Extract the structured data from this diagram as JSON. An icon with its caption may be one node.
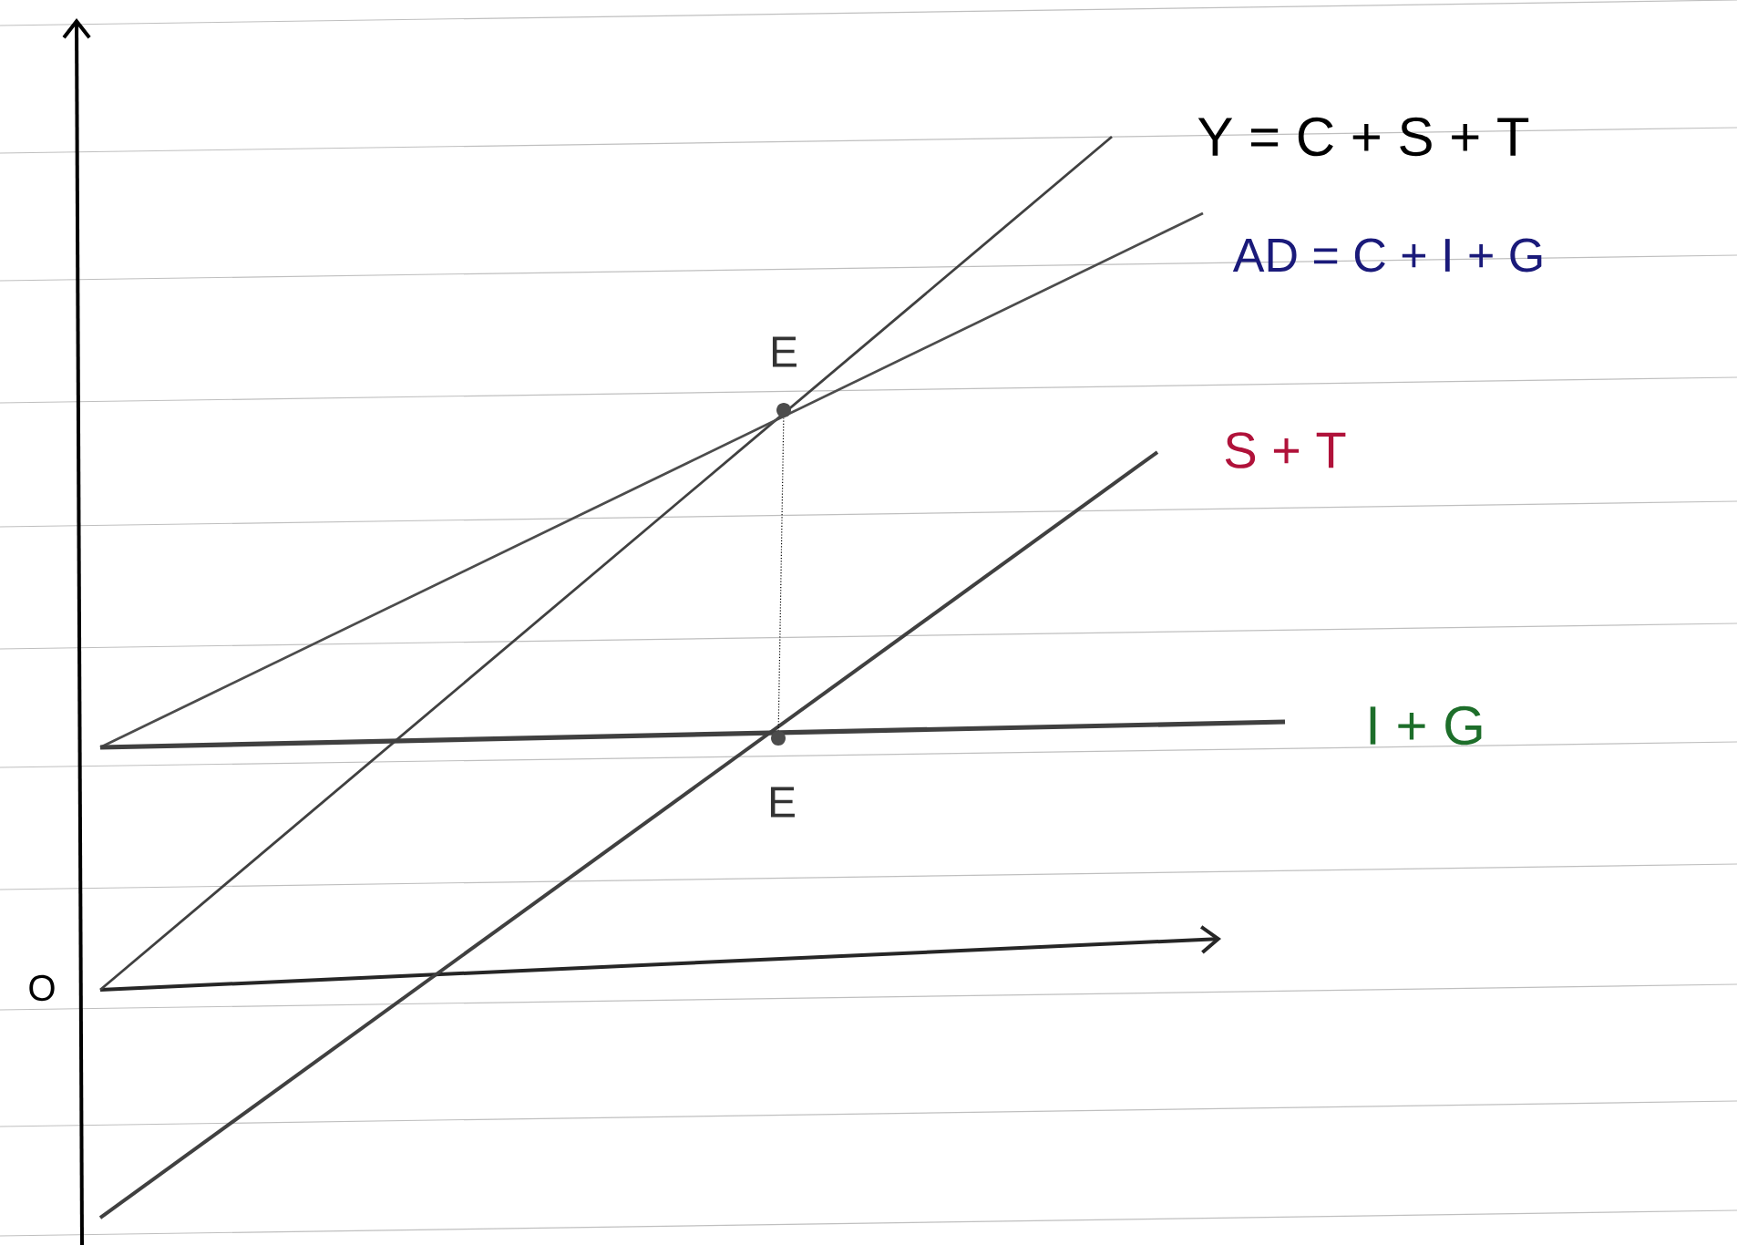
{
  "diagram": {
    "nodes": [
      {
        "text": [],
        "shape": "circle",
        "beside": [
          "E"
        ]
      },
      {
        "text": [],
        "shape": "circle",
        "beside": [
          "E"
        ]
      }
    ],
    "edges": [
      {
        "from": 0,
        "to": 1,
        "arrow": "none",
        "style": "dashed"
      }
    ],
    "labels": [
      "Y = C + S + T",
      "AD = C + I + G",
      "S + T",
      "I + G",
      "O"
    ]
  }
}
